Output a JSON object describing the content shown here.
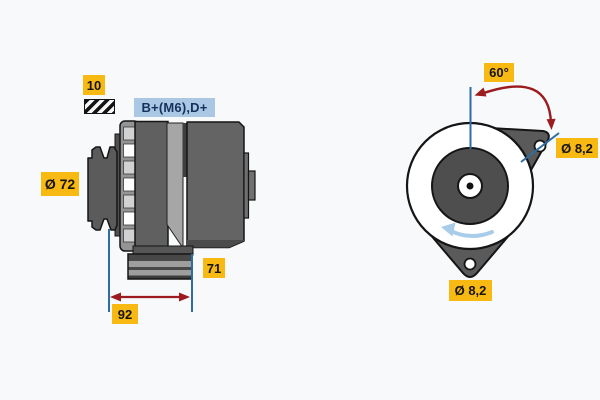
{
  "title": "Alternator dimensional drawing",
  "colors": {
    "background": "#F7F9FA",
    "dim_label_bg": "#F7B912",
    "dim_label_text": "#141414",
    "terminal_label_bg": "#AAC7E3",
    "terminal_label_text": "#17315E",
    "dimension_red": "#9C1B1E",
    "dimension_blue": "#2E6DA4",
    "rotation_arrow": "#A9CDE9",
    "body_gray": "#616161",
    "light_gray": "#A6A6A6"
  },
  "side_view": {
    "key_width_label": "10",
    "terminal_label": "B+(M6),D+",
    "pulley_diameter_label": "Ø 72",
    "foot_label": "71",
    "length_label": "92",
    "hatch_icon": "hatch-pattern"
  },
  "front_view": {
    "angle_label": "60°",
    "upper_hole_label": "Ø 8,2",
    "lower_hole_label": "Ø 8,2"
  }
}
